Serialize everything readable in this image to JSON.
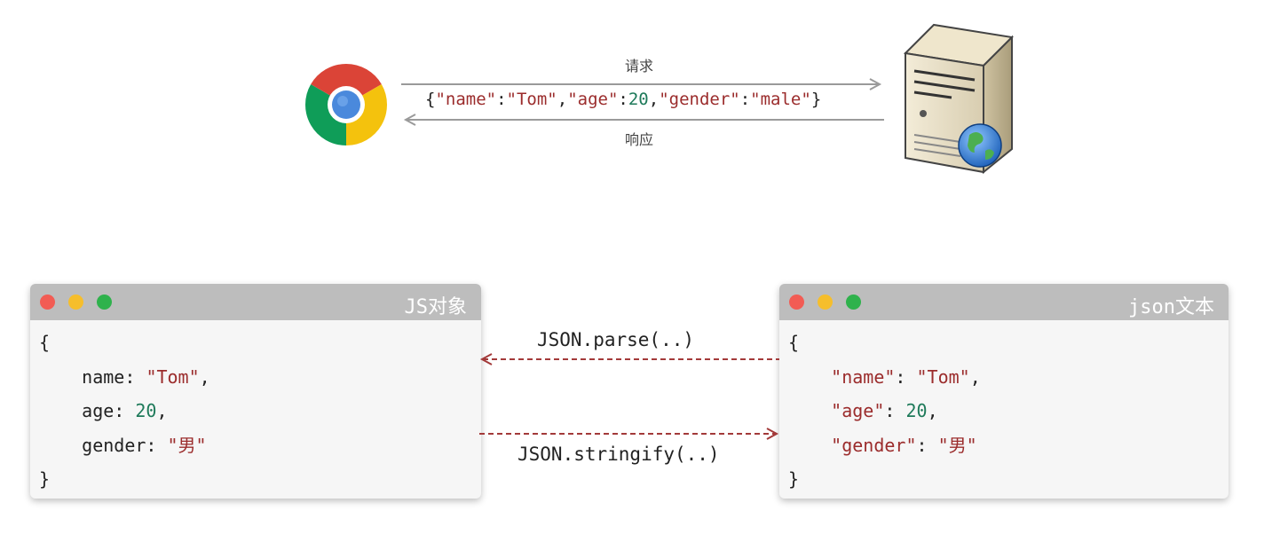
{
  "top": {
    "request_label": "请求",
    "response_label": "响应",
    "json_text": {
      "open": "{",
      "k1": "\"name\"",
      "c1": ":",
      "v1": "\"Tom\"",
      "s1": ",",
      "k2": "\"age\"",
      "c2": ":",
      "v2": "20",
      "s2": ",",
      "k3": "\"gender\"",
      "c3": ":",
      "v3": "\"male\"",
      "close": "}"
    },
    "browser_icon": "chrome-icon",
    "server_icon": "server-globe-icon"
  },
  "left_window": {
    "title": "JS对象",
    "open": "{",
    "l1": {
      "key": "name",
      "colon": ": ",
      "value": "\"Tom\"",
      "comma": ","
    },
    "l2": {
      "key": "age",
      "colon": ": ",
      "value": "20",
      "comma": ","
    },
    "l3": {
      "key": "gender",
      "colon": ": ",
      "value": "\"男\""
    },
    "close": "}"
  },
  "right_window": {
    "title": "json文本",
    "open": "{",
    "l1": {
      "key": "\"name\"",
      "colon": ": ",
      "value": "\"Tom\"",
      "comma": ","
    },
    "l2": {
      "key": "\"age\"",
      "colon": ": ",
      "value": "20",
      "comma": ","
    },
    "l3": {
      "key": "\"gender\"",
      "colon": ": ",
      "value": "\"男\""
    },
    "close": "}"
  },
  "ops": {
    "parse": "JSON.parse(..)",
    "stringify": "JSON.stringify(..)"
  },
  "colors": {
    "string": "#9b2c2c",
    "number": "#1e7a5a",
    "dashed_arrow": "#a33a3a",
    "solid_arrow": "#9a9a9a"
  }
}
